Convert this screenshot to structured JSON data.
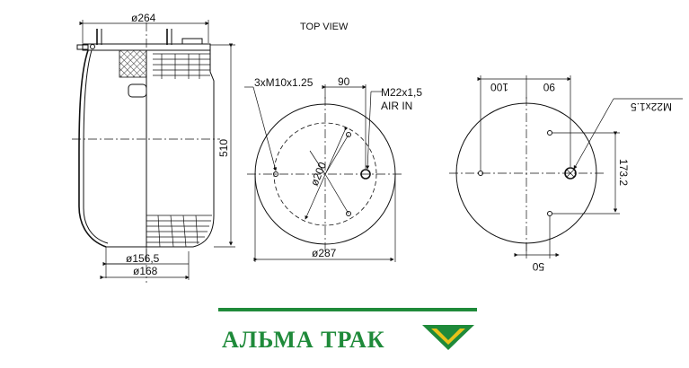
{
  "drawing": {
    "top_view_label": "TOP VIEW",
    "dimensions": {
      "overall_diameter": "ø264",
      "height": "510",
      "base_diameter_inner": "ø156,5",
      "base_diameter_outer": "ø168",
      "bolt_circle": "ø200",
      "plate_diameter": "ø287",
      "stud_offset": "90",
      "bolts": "3xM10x1.25",
      "air_port": "M22x1,5",
      "air_in": "AIR IN"
    },
    "bottom_view": {
      "dim_100": "100",
      "dim_90": "90",
      "thread": "M22x1.5",
      "dim_173": "173.2",
      "dim_50": "50"
    }
  },
  "logo": {
    "text": "АЛЬМА ТРАК",
    "brand_color": "#1f8a3a",
    "accent_color": "#e8c21a"
  }
}
